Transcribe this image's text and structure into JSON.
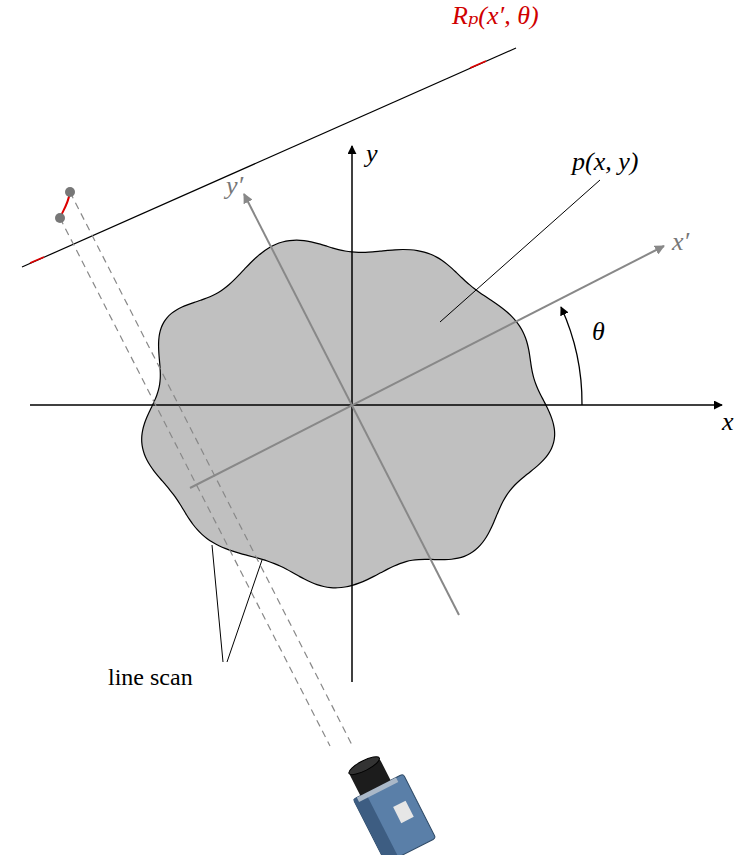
{
  "diagram": {
    "labels": [
      "Rₚ(x′, θ)",
      "p(x, y)",
      "y",
      "x",
      "y′",
      "x′",
      "θ",
      "line scan"
    ]
  }
}
